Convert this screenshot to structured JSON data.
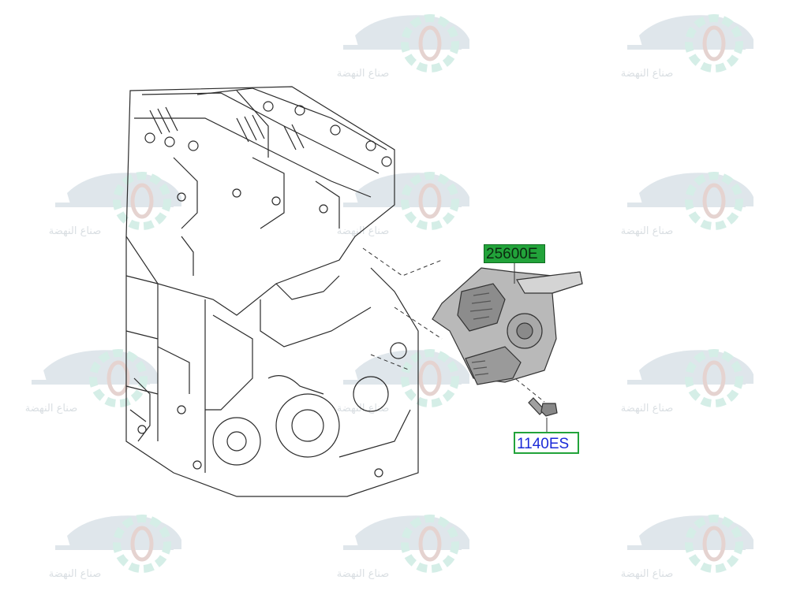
{
  "diagram": {
    "part_labels": [
      {
        "code": "25600E"
      },
      {
        "code": "1140ES"
      }
    ],
    "watermark": {
      "text": "صناع النهضة",
      "icon": "car-wheel-gear-logo",
      "colors": {
        "car": "#9fb4c4",
        "gear": "#7fcbb6",
        "wheel": "#b07a70"
      }
    },
    "colors": {
      "line_art": "#2b2b2b",
      "leader_line": "#333333",
      "label_fill": "#22a33a",
      "label_text_blue": "#1b2bd8"
    }
  }
}
